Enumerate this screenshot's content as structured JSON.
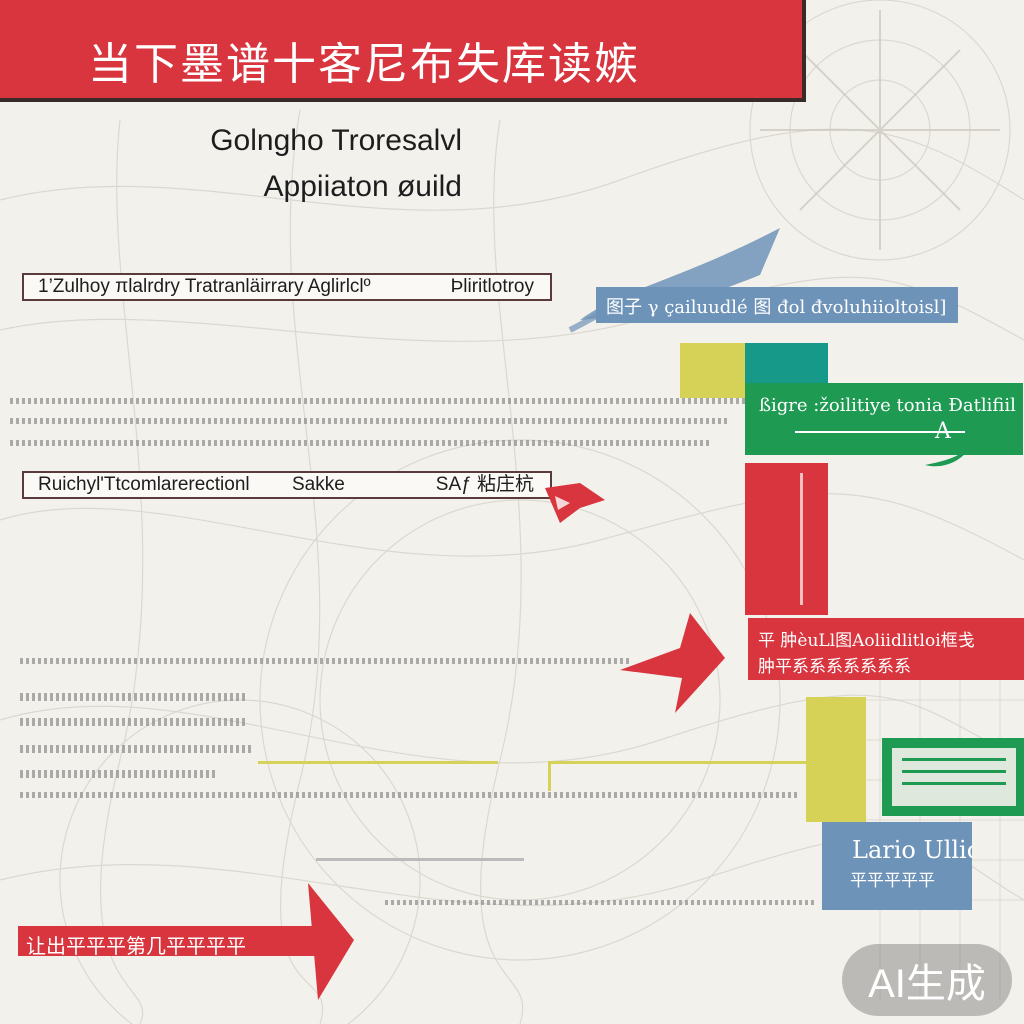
{
  "header": {
    "title": "当下墨谱十客尼布失库读嫉"
  },
  "subtitle": {
    "line1": "Golngho Troresalvl",
    "line2": "Appiiaton øuild"
  },
  "label_boxes": [
    {
      "left": "1’Zulhoy  πlalrdry Tratranläirrary Aglirlclº",
      "right": "Þliritlotroy"
    },
    {
      "left": "Ruichyl'Ttcomlarerectionl",
      "middle": "Sakke",
      "right": "SAƒ 粘庄杭"
    }
  ],
  "panels": {
    "blue_top": "图子  γ çailuudlé 图 đol đvoluhiioltoisl]",
    "green_mid": "ßigre :žoilitiye tonia Đatlifiil",
    "green_mid_sub": "A",
    "red_mid_line1": "平 肿èuLl图Aoliidlitloi框戋",
    "red_mid_line2": "肿平系系系系系系系",
    "blue_bottom_line1": "Lario Ullio",
    "blue_bottom_line2": "平平平平平"
  },
  "bottom_bar": {
    "label": "让出平平平第几平平平平"
  },
  "watermark": {
    "label": "AI生成"
  },
  "colors": {
    "red": "#d8353e",
    "blue": "#6e93b8",
    "green": "#1f9a52",
    "yellow": "#d6d257",
    "teal": "#17998a"
  }
}
